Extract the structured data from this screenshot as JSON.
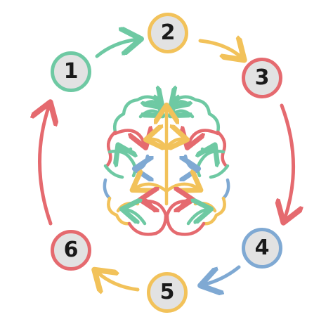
{
  "colors": {
    "green": "#6ec9a3",
    "yellow": "#f2c25a",
    "red": "#e56a6f",
    "blue": "#7fa9d3",
    "node_fill": "#e2e2e2"
  },
  "steps": [
    {
      "label": "1",
      "color": "green"
    },
    {
      "label": "2",
      "color": "yellow"
    },
    {
      "label": "3",
      "color": "red"
    },
    {
      "label": "4",
      "color": "blue"
    },
    {
      "label": "5",
      "color": "yellow"
    },
    {
      "label": "6",
      "color": "red"
    }
  ],
  "icon": "brain-icon"
}
